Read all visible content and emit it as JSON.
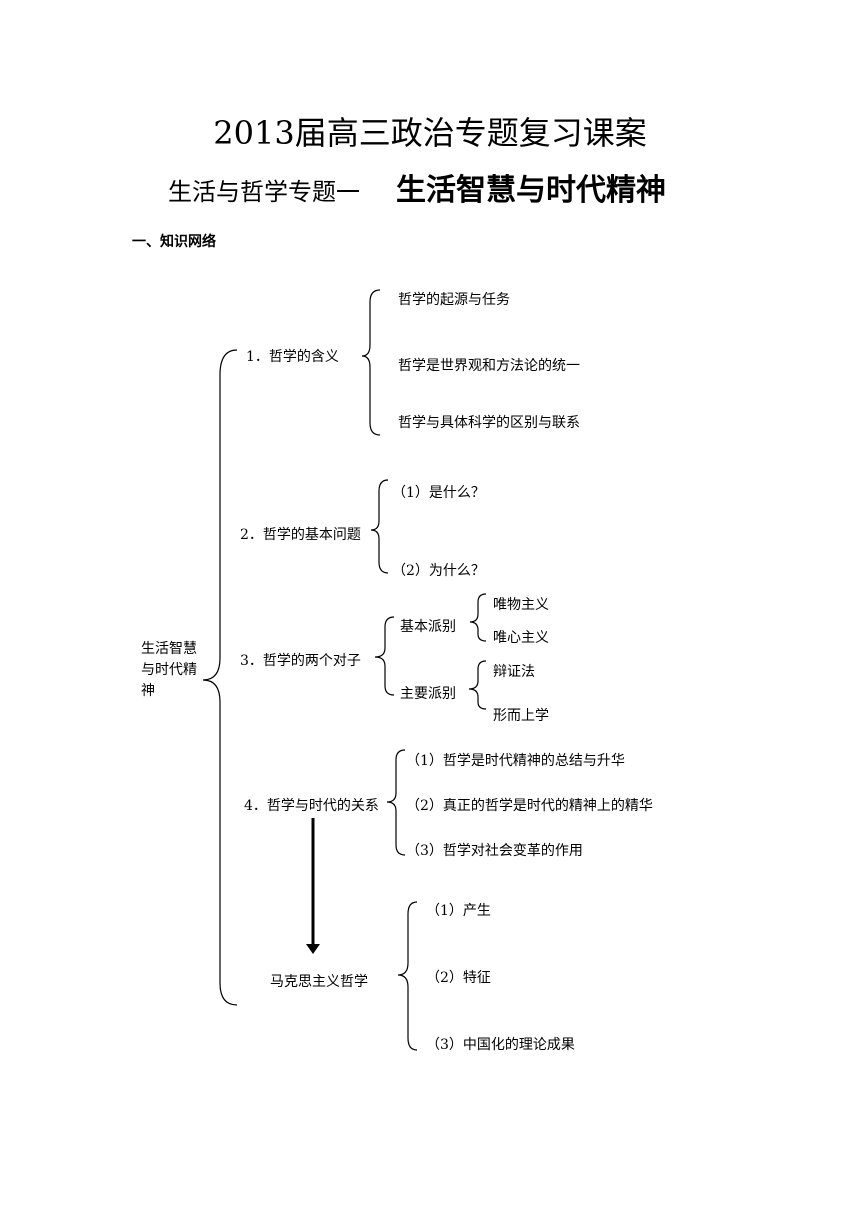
{
  "header": {
    "title": "2013届高三政治专题复习课案",
    "subtitle_prefix": "生活与哲学专题一",
    "subtitle_main": "生活智慧与时代精神"
  },
  "section": {
    "heading": "一、知识网络"
  },
  "tree": {
    "root": "生活智慧与时代精神",
    "n1": {
      "label": "1．哲学的含义",
      "items": [
        "哲学的起源与任务",
        "哲学是世界观和方法论的统一",
        "哲学与具体科学的区别与联系"
      ]
    },
    "n2": {
      "label": "2．哲学的基本问题",
      "items": [
        "（1）是什么？",
        "（2）为什么？"
      ]
    },
    "n3": {
      "label": "3．哲学的两个对子",
      "a": {
        "label": "基本派别",
        "items": [
          "唯物主义",
          "唯心主义"
        ]
      },
      "b": {
        "label": "主要派别",
        "items": [
          "辩证法",
          "形而上学"
        ]
      }
    },
    "n4": {
      "label": "4．哲学与时代的关系",
      "items": [
        "（1）哲学是时代精神的总结与升华",
        "（2）真正的哲学是时代的精神上的精华",
        "（3）哲学对社会变革的作用"
      ]
    },
    "n5": {
      "label": "马克思主义哲学",
      "items": [
        "（1）产生",
        "（2）特征",
        "（3）中国化的理论成果"
      ]
    }
  }
}
